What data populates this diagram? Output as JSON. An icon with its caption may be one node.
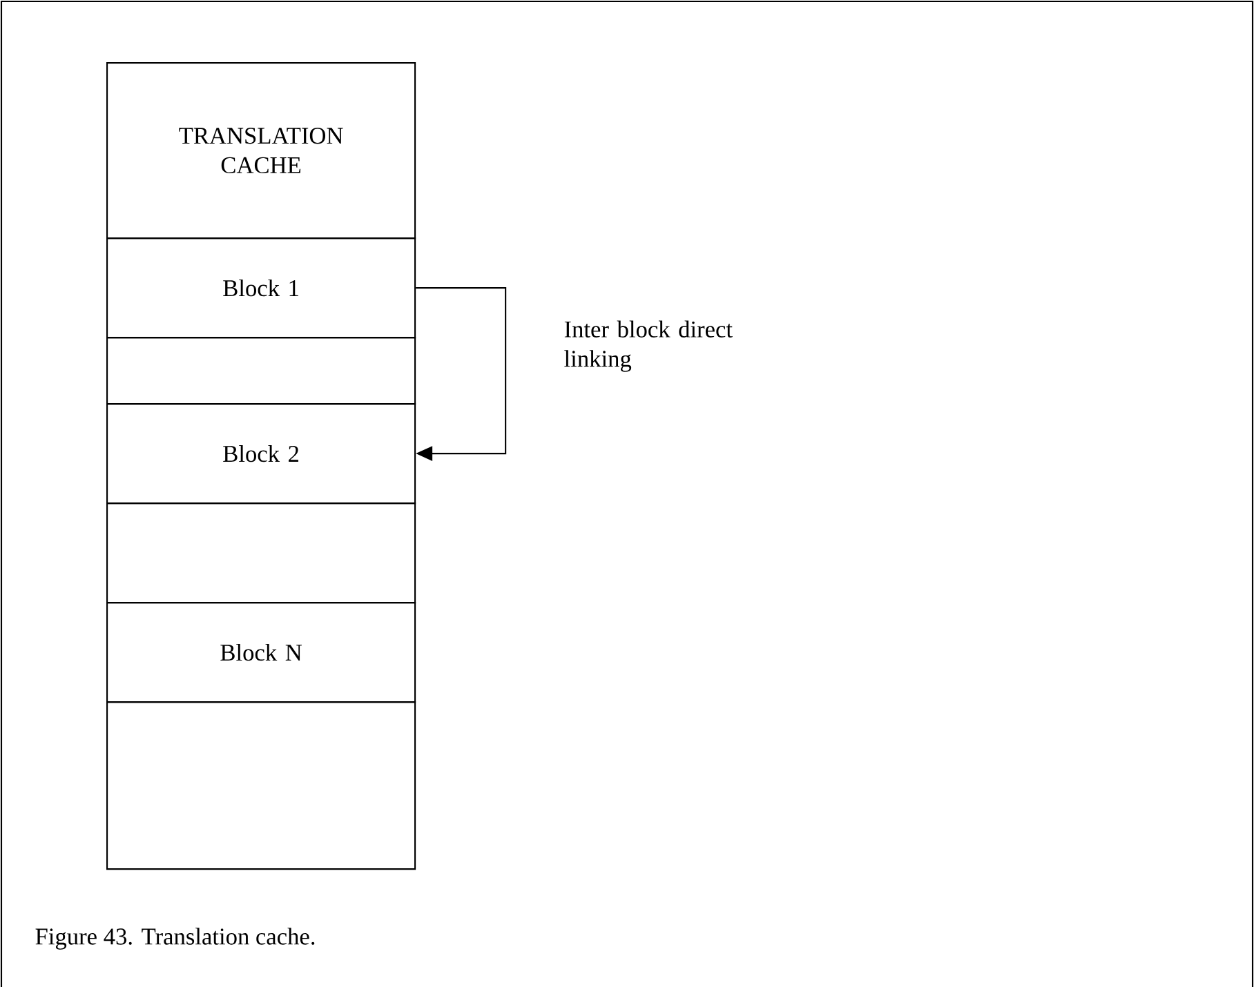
{
  "diagram": {
    "caption": "Figure 43.  Translation cache.",
    "nodes": [
      {
        "text": [
          "TRANSLATION CACHE"
        ]
      },
      {
        "text": [
          "Block 1"
        ]
      },
      {
        "text": [],
        "shape": "box"
      },
      {
        "text": [
          "Block 2"
        ]
      },
      {
        "text": [],
        "shape": "box"
      },
      {
        "text": [
          "Block N"
        ]
      },
      {
        "text": [],
        "shape": "box"
      }
    ],
    "edges": [
      {
        "from": 1,
        "to": 3,
        "arrow": "to",
        "label": "Inter block direct linking"
      }
    ]
  }
}
